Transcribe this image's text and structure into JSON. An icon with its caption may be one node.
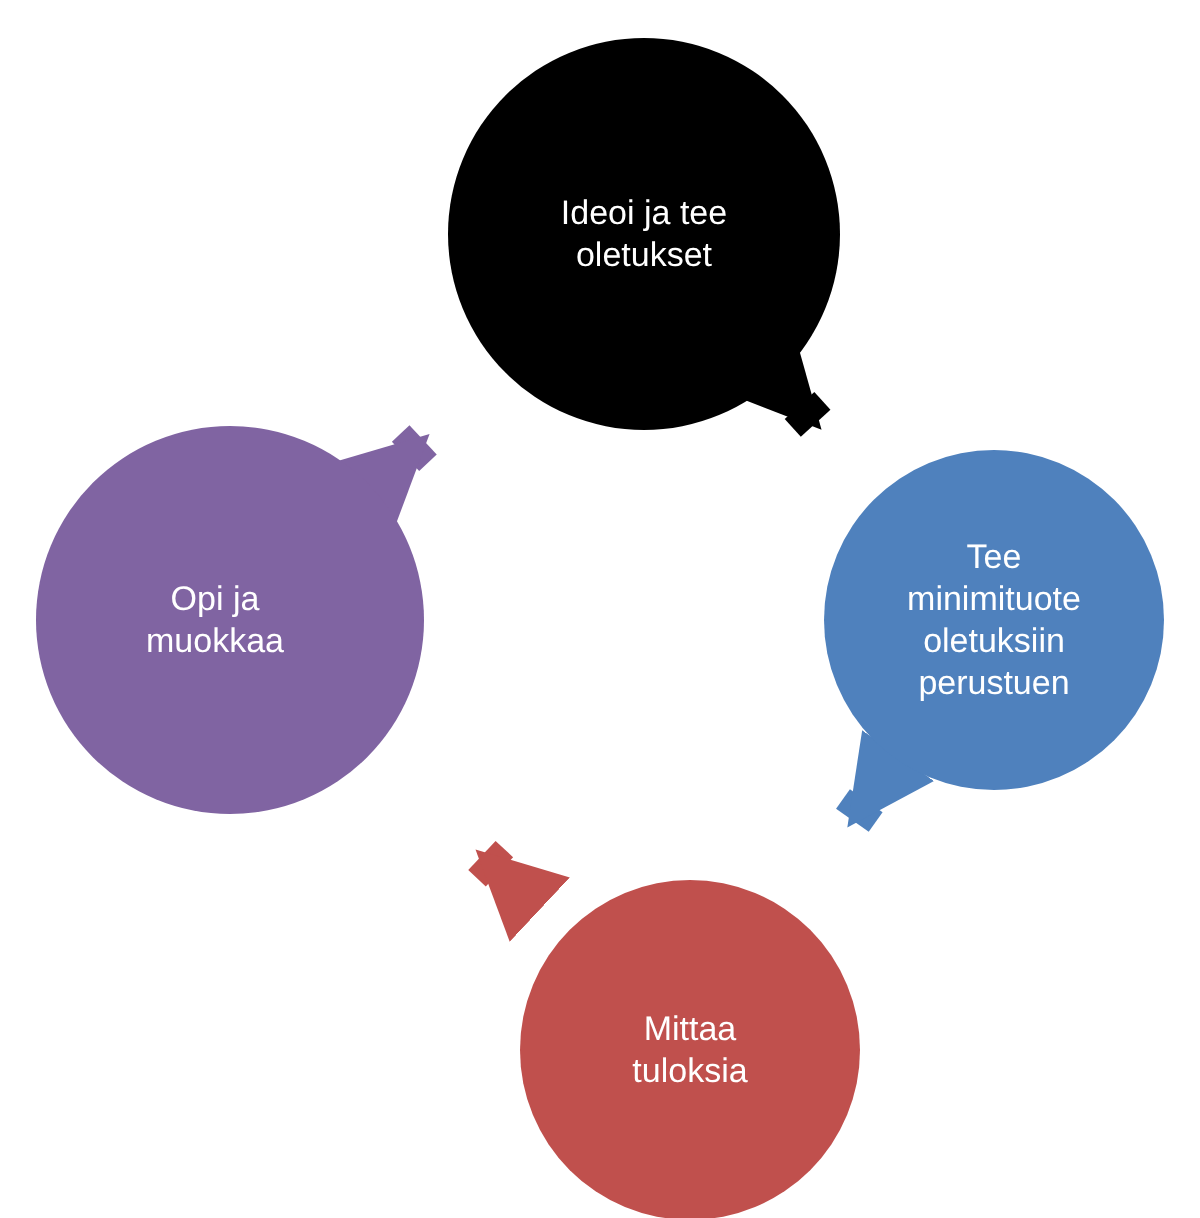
{
  "diagram": {
    "nodes": [
      {
        "text": [
          "Ideoi ja tee oletukset"
        ]
      },
      {
        "text": [
          "Tee minimituote oletuksiin perustuen"
        ]
      },
      {
        "text": [
          "Mittaa tuloksia"
        ]
      },
      {
        "text": [
          "Opi ja muokkaa"
        ]
      }
    ],
    "edges": [
      {
        "from": 0,
        "to": 1,
        "arrow": "to",
        "color": "#000000"
      },
      {
        "from": 1,
        "to": 2,
        "arrow": "to",
        "color": "#4f81bd"
      },
      {
        "from": 2,
        "to": 3,
        "arrow": "to",
        "color": "#c0504d"
      },
      {
        "from": 3,
        "to": 0,
        "arrow": "to",
        "color": "#8064a2"
      }
    ]
  }
}
